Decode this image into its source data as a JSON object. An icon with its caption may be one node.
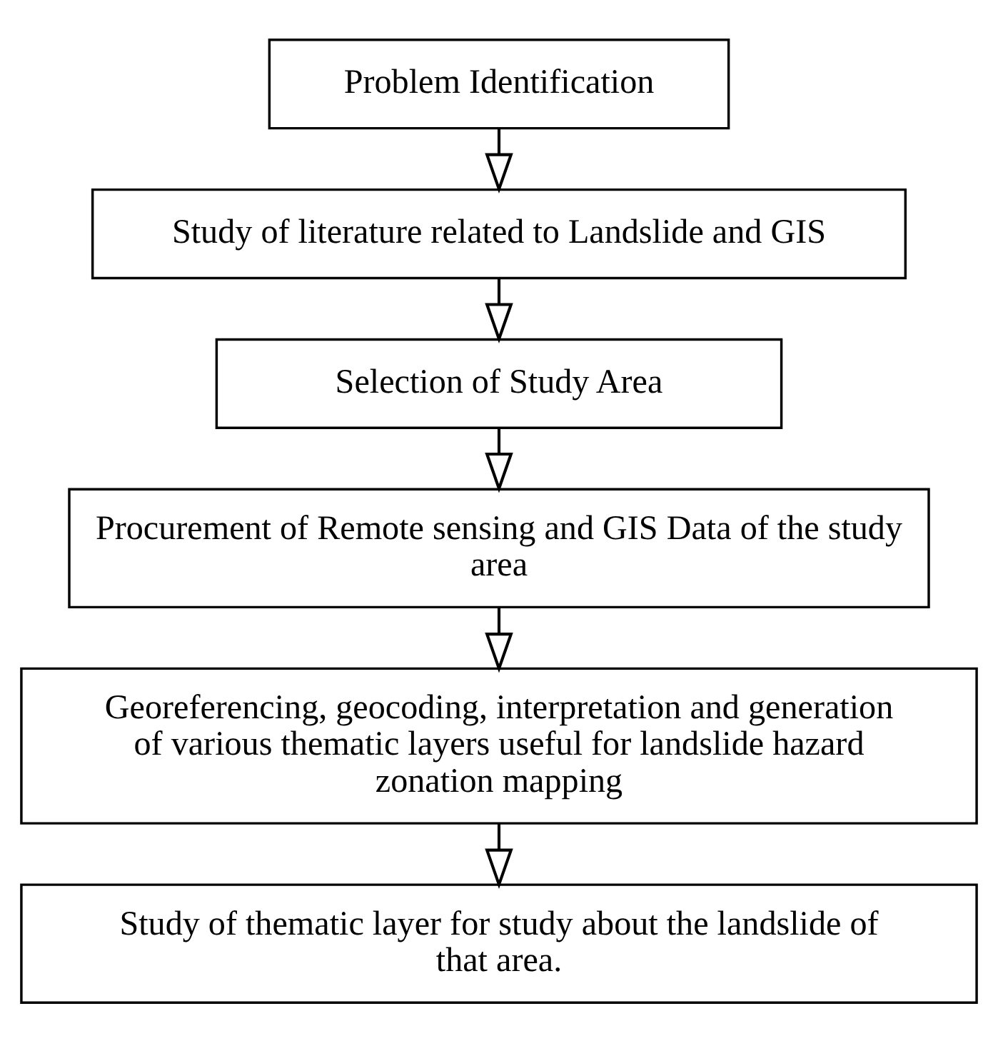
{
  "diagram": {
    "nodes": [
      {
        "text": [
          "Problem Identification"
        ]
      },
      {
        "text": [
          "Study of literature related to Landslide and GIS"
        ]
      },
      {
        "text": [
          "Selection of Study Area"
        ]
      },
      {
        "text": [
          "Procurement of Remote sensing and GIS Data of the study area"
        ]
      },
      {
        "text": [
          "Georeferencing, geocoding, interpretation and generation of various thematic layers useful for landslide hazard zonation mapping"
        ]
      },
      {
        "text": [
          "Study of thematic layer for study about the landslide of that area."
        ]
      }
    ],
    "edges": [
      {
        "from": 0,
        "to": 1,
        "arrow": "to"
      },
      {
        "from": 1,
        "to": 2,
        "arrow": "to"
      },
      {
        "from": 2,
        "to": 3,
        "arrow": "to"
      },
      {
        "from": 3,
        "to": 4,
        "arrow": "to"
      },
      {
        "from": 4,
        "to": 5,
        "arrow": "to"
      }
    ]
  }
}
